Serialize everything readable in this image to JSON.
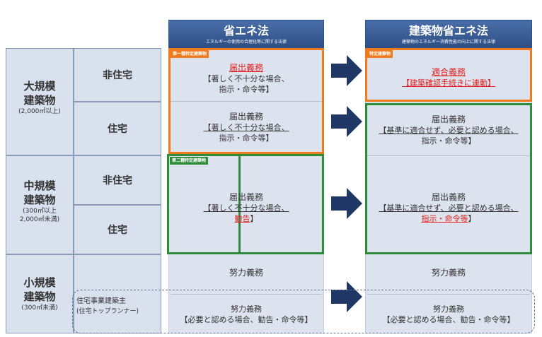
{
  "header": {
    "old_title": "省エネ法",
    "old_sub": "エネルギーの使用の合理化等に関する法律",
    "new_title": "建築物省エネ法",
    "new_sub": "建築物のエネルギー消費性能の向上に関する法律"
  },
  "rows": {
    "large": {
      "main": "大規模\n建築物",
      "sub": "(2,000㎡以上)",
      "non_res": "非住宅",
      "res": "住宅"
    },
    "medium": {
      "main": "中規模\n建築物",
      "sub": "(300㎡以上\n2,000㎡未満)",
      "non_res": "非住宅",
      "res": "住宅"
    },
    "small": {
      "main": "小規模\n建築物",
      "sub": "(300㎡未満)",
      "builder": "住宅事業建築主",
      "builder_sub": "(住宅トップランナー)"
    }
  },
  "tags": {
    "class1": "第一種特定建築物",
    "class2": "第二種特定建築物",
    "specified": "特定建築物"
  },
  "old": {
    "l_nonres_title": "届出義務",
    "l_nonres_l1": "【著しく不十分な場合、",
    "l_nonres_l2": "指示・命令等】",
    "l_res_title": "届出義務",
    "l_res_l1": "【著しく不十分な場合、",
    "l_res_l2": "指示・命令等】",
    "m_title": "届出義務",
    "m_l1": "【著しく不十分な場合、",
    "m_l2a": "勧告",
    "m_l2b": "】",
    "s_effort": "努力義務",
    "s_builder_title": "努力義務",
    "s_builder_l1": "【必要と認める場合、勧告・命令等】"
  },
  "new": {
    "l_nonres_title": "適合義務",
    "l_nonres_l1": "【建築確認手続きに連動】",
    "l_res_title": "届出義務",
    "l_res_l1": "【基準に適合せず、必要と認める場合、",
    "l_res_l2": "指示・命令等】",
    "m_title": "届出義務",
    "m_l1": "【基準に適合せず、必要と認める場合、",
    "m_l2a": "指示・命令等",
    "m_l2b": "】",
    "s_effort": "努力義務",
    "s_builder_title": "努力義務",
    "s_builder_l1": "【必要と認める場合、勧告・命令等】"
  },
  "colors": {
    "orange": "#f07a1e",
    "green": "#2e8b3a",
    "navy": "#1f3764",
    "red": "#e0201e"
  }
}
